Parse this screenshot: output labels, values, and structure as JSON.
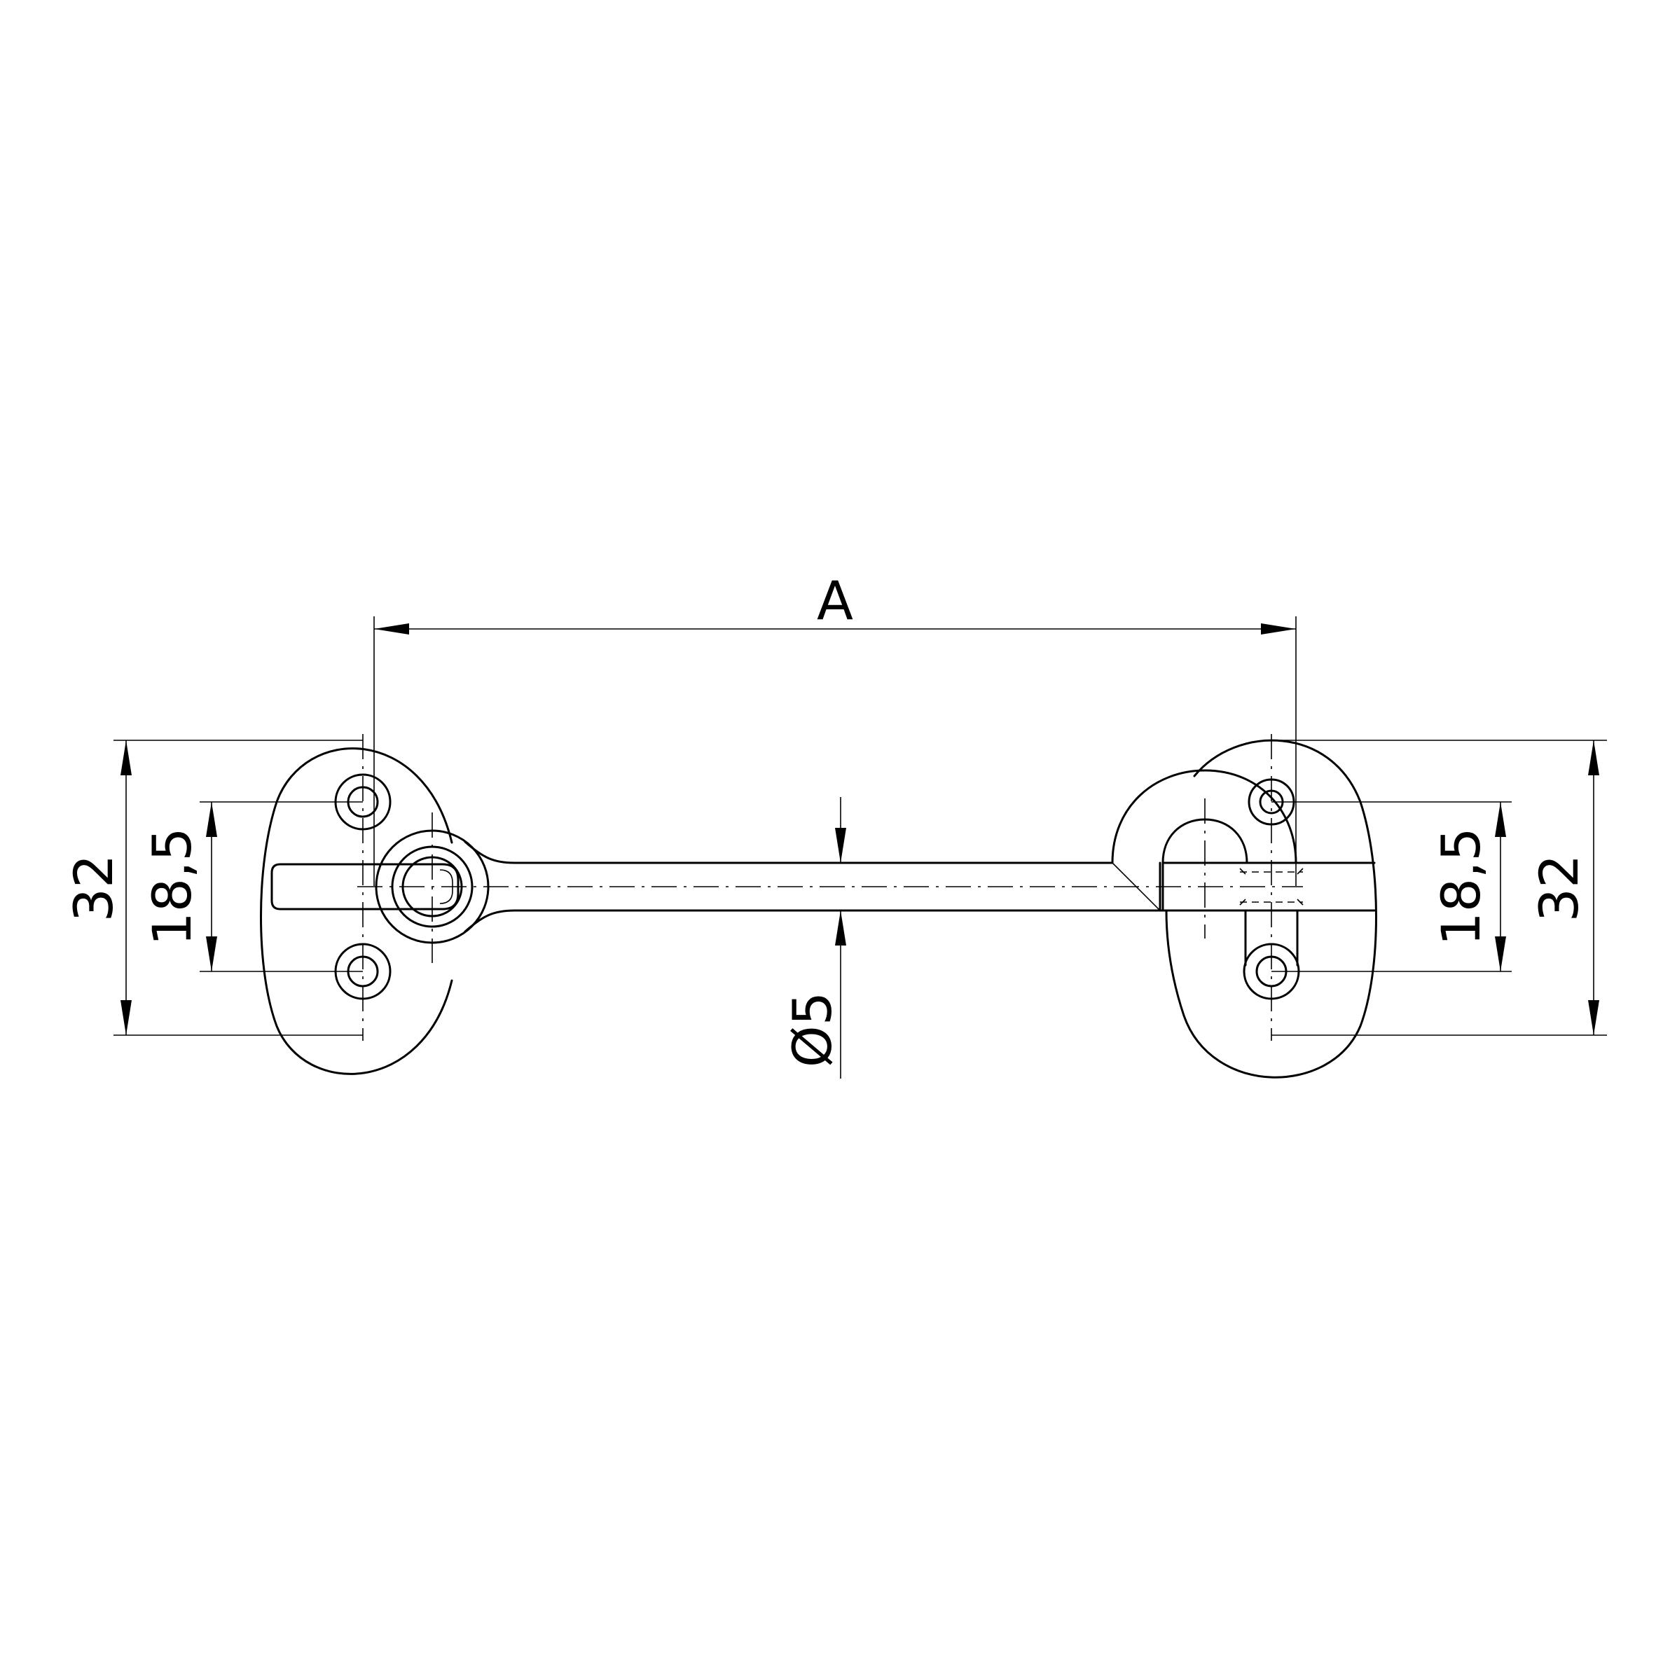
{
  "drawing": {
    "dim_a": "A",
    "dim_diameter": "Ø5",
    "dim_height_left": "32",
    "dim_hole_left": "18,5",
    "dim_hole_right": "18,5",
    "dim_height_right": "32"
  }
}
